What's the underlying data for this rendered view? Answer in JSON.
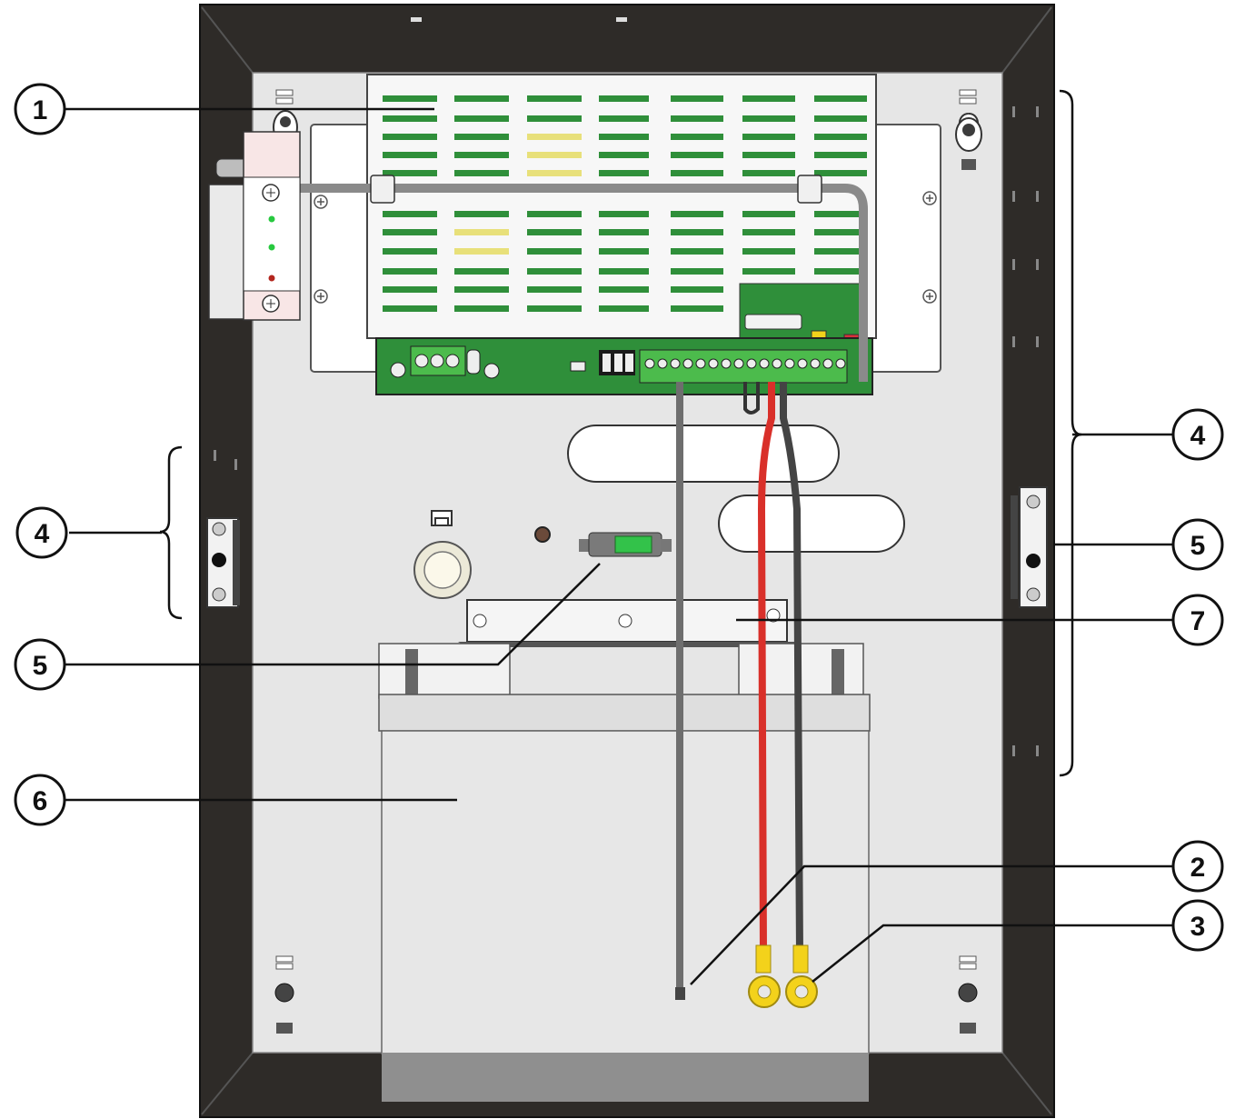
{
  "callouts": [
    {
      "id": "c1",
      "label": "1"
    },
    {
      "id": "c2",
      "label": "2"
    },
    {
      "id": "c3",
      "label": "3"
    },
    {
      "id": "c4r",
      "label": "4"
    },
    {
      "id": "c4l",
      "label": "4"
    },
    {
      "id": "c5r",
      "label": "5"
    },
    {
      "id": "c5l",
      "label": "5"
    },
    {
      "id": "c6",
      "label": "6"
    },
    {
      "id": "c7",
      "label": "7"
    }
  ],
  "colors": {
    "enclosure_frame": "#2e2b28",
    "back_plate": "#e6e6e6",
    "pcb_green": "#2f8f3a",
    "terminal_green": "#4cbb4c",
    "battery_body": "#e2e2e2",
    "wire_red": "#d9302a",
    "wire_black": "#333333",
    "wire_grey": "#6e6e6e",
    "ring_terminal": "#f3d21b",
    "led_green": "#27c93f",
    "led_red": "#b3261e"
  },
  "icons": [
    "tamper-switch-icon",
    "screw-icon",
    "ring-terminal-icon",
    "fuse-icon",
    "led-icon"
  ]
}
